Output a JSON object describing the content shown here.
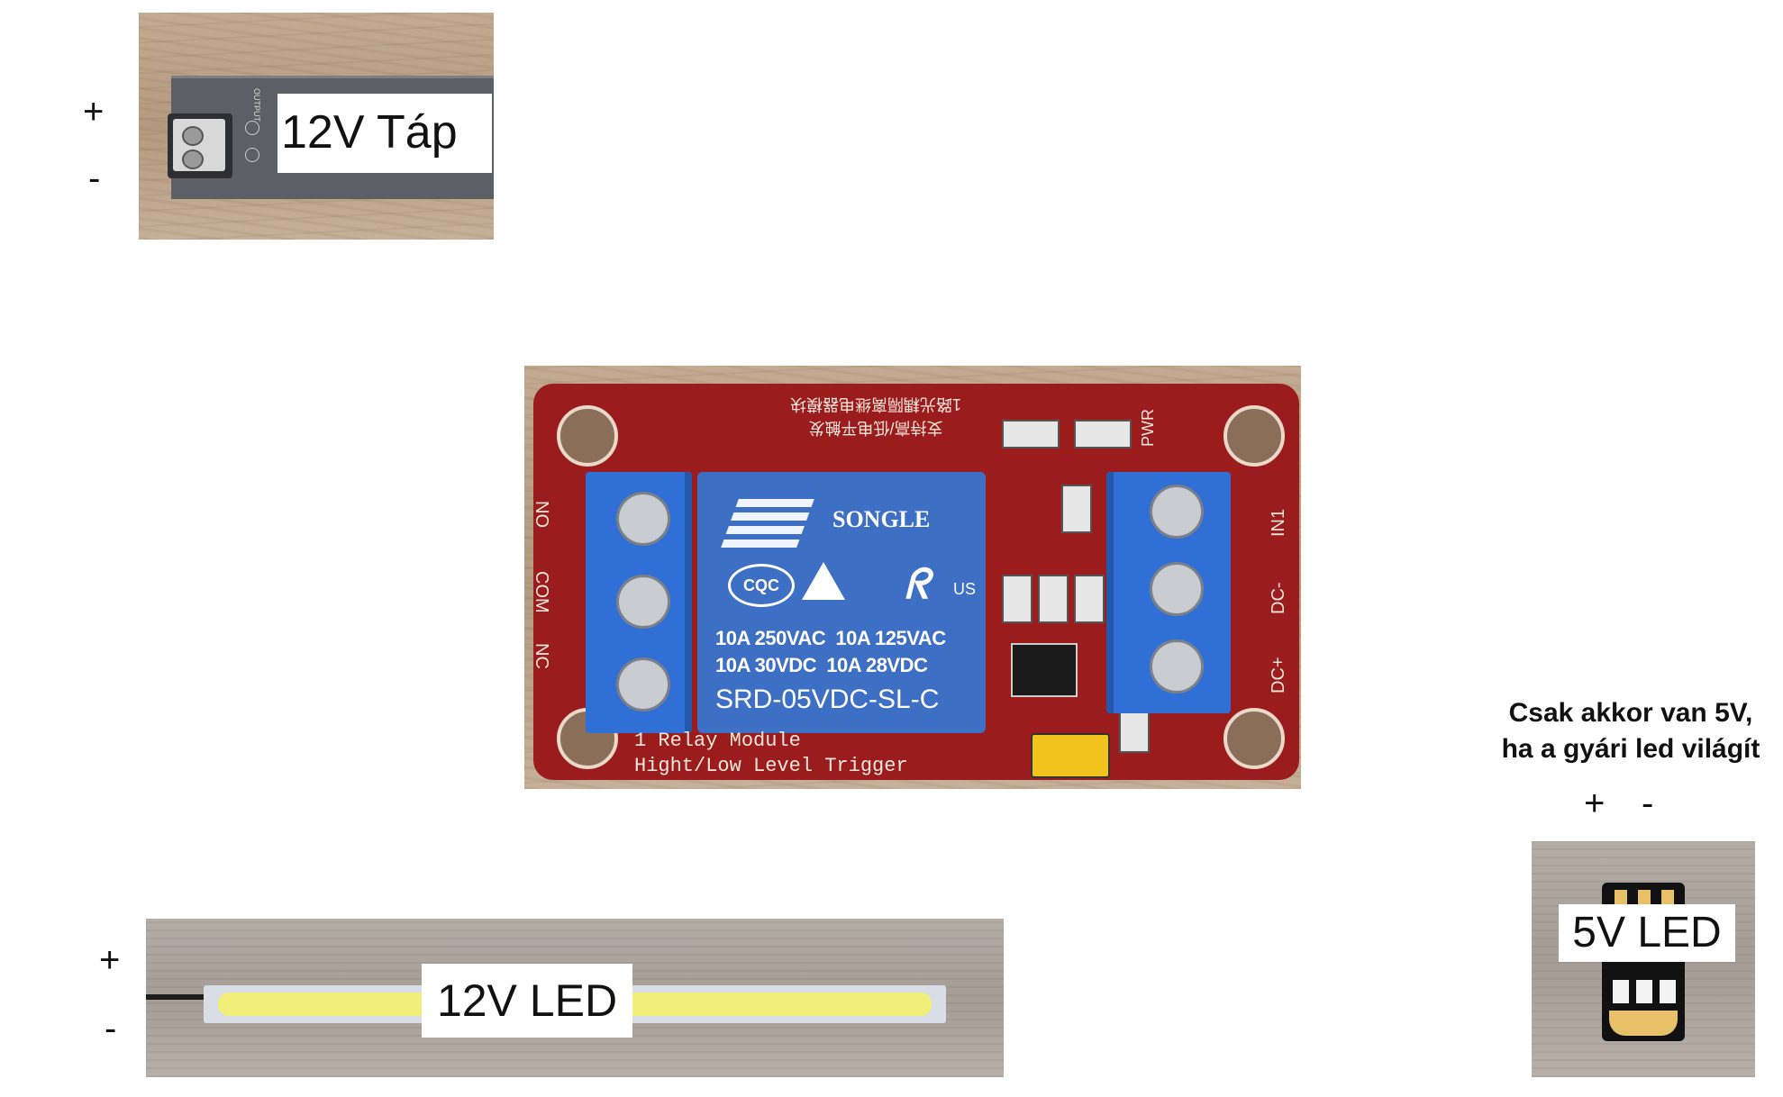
{
  "power_supply": {
    "label": "12V Táp",
    "output_text": "OUTPUT",
    "plus": "+",
    "minus": "-"
  },
  "relay_module": {
    "brand": "SONGLE",
    "cert_mark": "CQC",
    "ul_mark": "US",
    "ratings": [
      "10A 250VAC  10A 125VAC",
      "10A 30VDC  10A 28VDC"
    ],
    "model": "SRD-05VDC-SL-C",
    "chinese_line1": "1路光耦隔离继电器模块",
    "chinese_line2": "支持高/低电平触发",
    "left_terminals": [
      "NO",
      "COM",
      "NC"
    ],
    "right_terminals": [
      "IN1",
      "DC-",
      "DC+"
    ],
    "pwr_label": "PWR",
    "bottom_line1": "1 Relay Module",
    "bottom_line2": "Hight/Low Level Trigger"
  },
  "led_strip_12v": {
    "label": "12V LED",
    "plus": "+",
    "minus": "-"
  },
  "led_5v": {
    "label": "5V LED",
    "note_line1": "Csak akkor van 5V,",
    "note_line2": "ha a gyári led világít",
    "plus": "+",
    "minus": "-"
  },
  "colors": {
    "pcb_red": "#9b1c1c",
    "terminal_blue": "#2f6fd6",
    "relay_blue": "#3d6fc4",
    "led_yellow": "#f2ee7a"
  }
}
